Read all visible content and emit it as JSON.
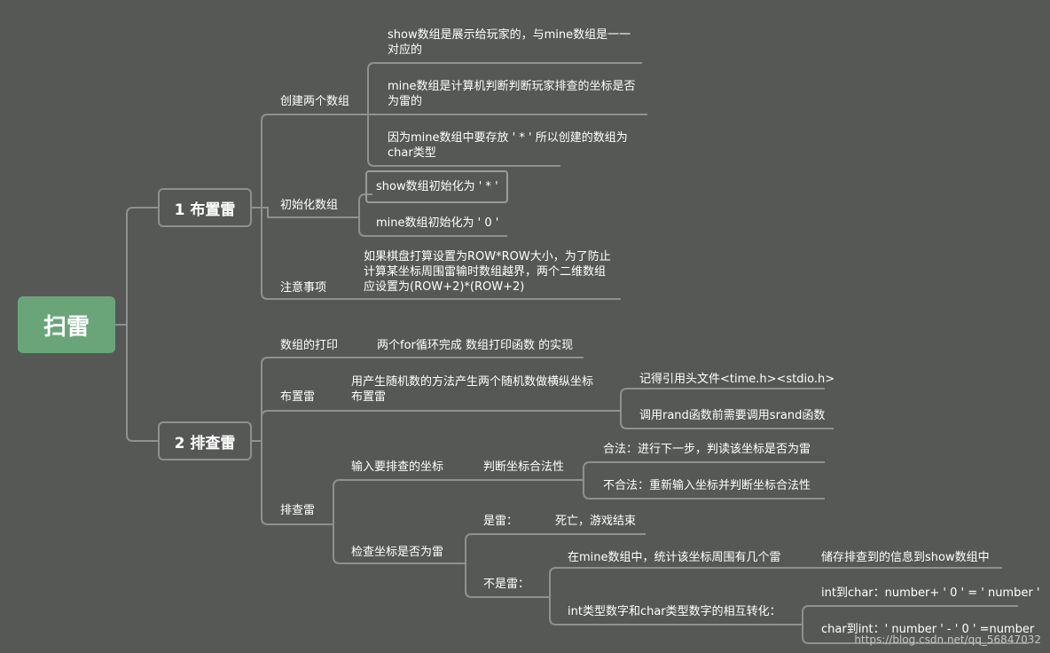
{
  "root": "扫雷",
  "branch1": {
    "label": "1 布置雷",
    "create": {
      "label": "创建两个数组",
      "items": [
        "show数组是展示给玩家的，与mine数组是一一\n对应的",
        "mine数组是计算机判断判断玩家排查的坐标是否\n为雷的",
        "因为mine数组中要存放 ' * ' 所以创建的数组为\nchar类型"
      ]
    },
    "init": {
      "label": "初始化数组",
      "items": [
        "show数组初始化为 ' * '",
        "mine数组初始化为 ' 0 '"
      ]
    },
    "note": {
      "label": "注意事项",
      "text": "如果棋盘打算设置为ROW*ROW大小，为了防止\n计算某坐标周围雷输时数组越界，两个二维数组\n应设置为(ROW+2)*(ROW+2)"
    }
  },
  "branch2": {
    "label": "2 排查雷",
    "print": {
      "label": "数组的打印",
      "text": "两个for循环完成 数组打印函数 的实现"
    },
    "place": {
      "label": "布置雷",
      "text": "用产生随机数的方法产生两个随机数做横纵坐标\n布置雷",
      "items": [
        "记得引用头文件<time.h><stdio.h>",
        "调用rand函数前需要调用srand函数"
      ]
    },
    "check": {
      "label": "排查雷",
      "input": {
        "label": "输入要排查的坐标",
        "judge": "判断坐标合法性",
        "legal": "合法：进行下一步，判读该坐标是否为雷",
        "illegal": "不合法：重新输入坐标并判断坐标合法性"
      },
      "mine": {
        "label": "检查坐标是否为雷",
        "yes": "是雷：",
        "yes_result": "死亡，游戏结束",
        "no": "不是雷：",
        "count": "在mine数组中，统计该坐标周围有几个雷",
        "store": "储存排查到的信息到show数组中",
        "convert": "int类型数字和char类型数字的相互转化：",
        "int_to_char": "int到char：number+ ' 0 ' = ' number '",
        "char_to_int": "char到int：' number ' - ' 0 ' =number"
      }
    }
  },
  "watermark": "https://blog.csdn.net/qq_56847032",
  "colors": {
    "background": "#565856",
    "root": "#6aa57a",
    "line": "#8e918e",
    "text": "#ffffff"
  }
}
